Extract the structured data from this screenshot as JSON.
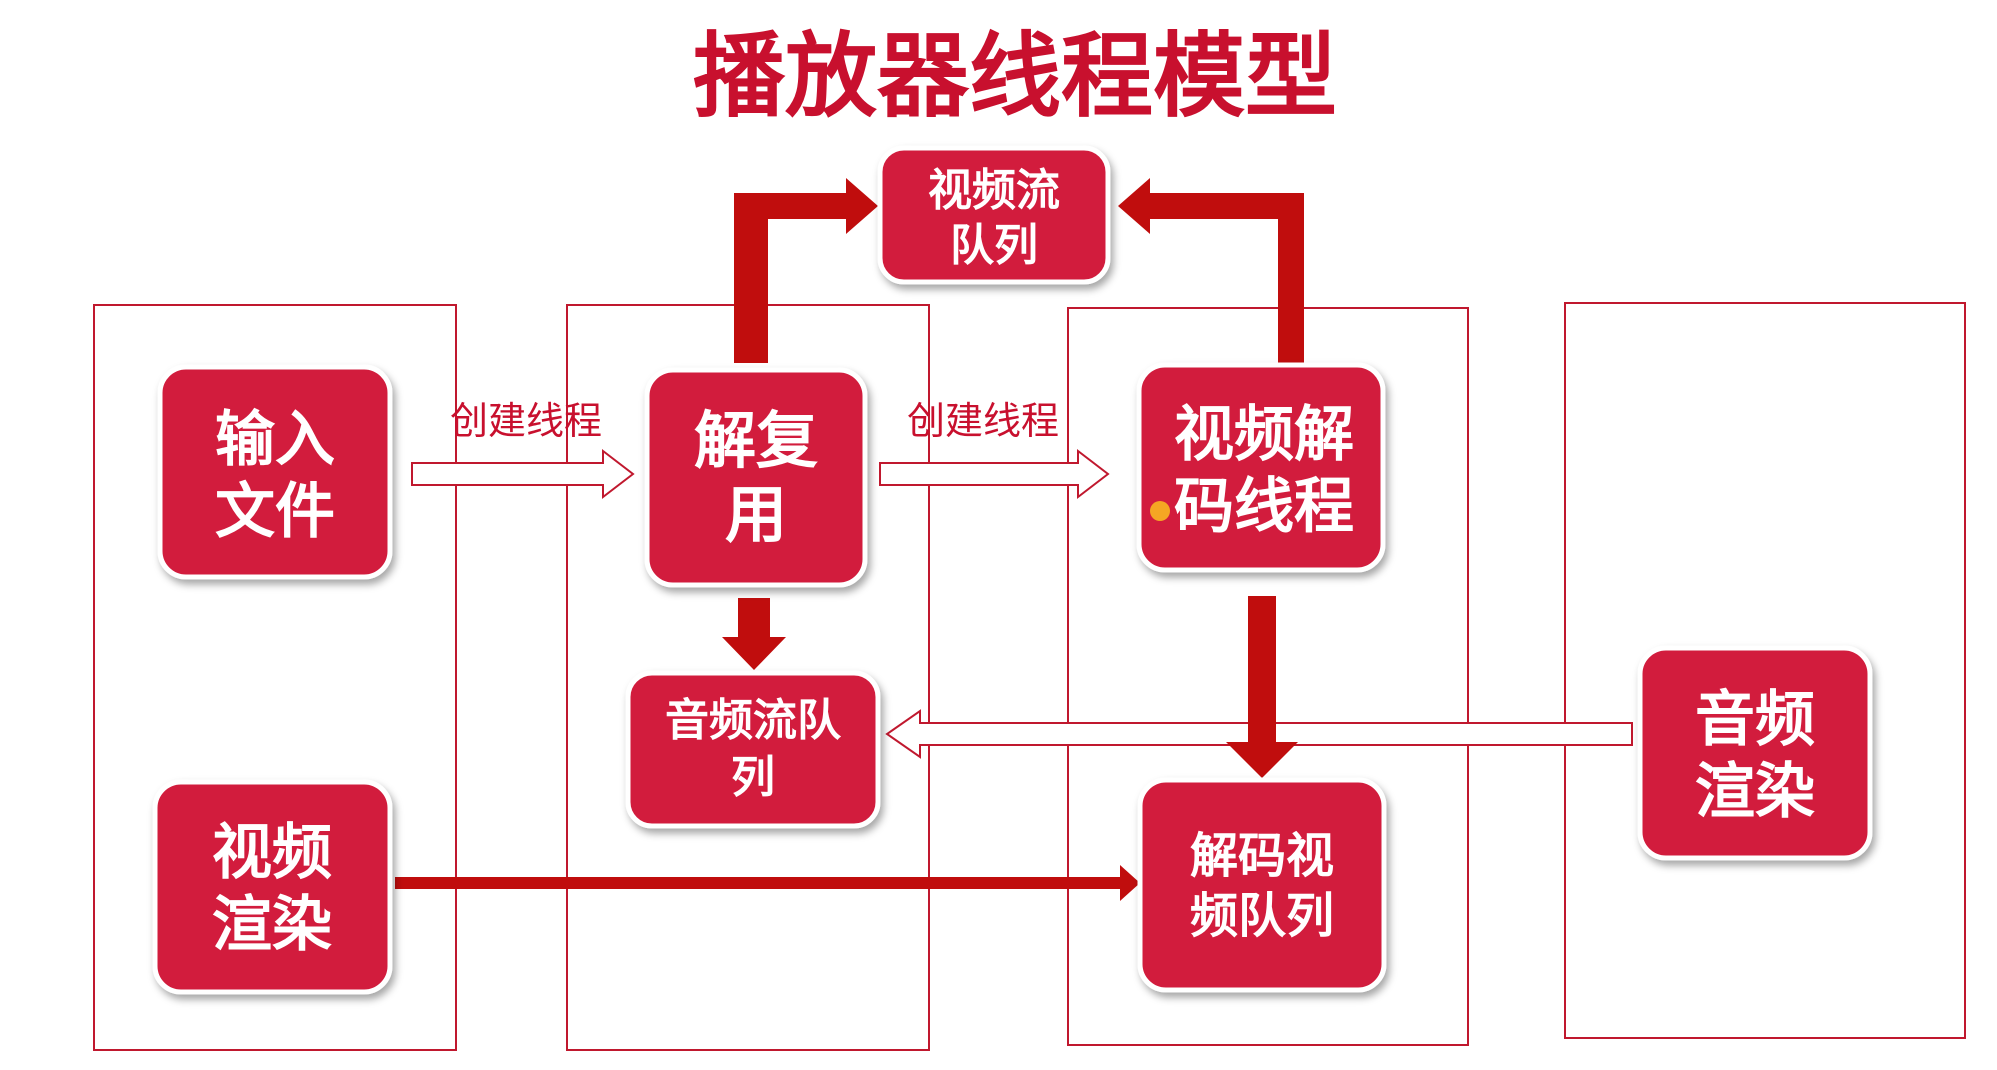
{
  "title": "播放器线程模型",
  "nodes": {
    "input_file": [
      "输入",
      "文件"
    ],
    "demux": [
      "解复",
      "用"
    ],
    "video_decode_thread": [
      "视频解",
      "码线程"
    ],
    "video_stream_queue": [
      "视频流",
      "队列"
    ],
    "audio_stream_queue": [
      "音频流队",
      "列"
    ],
    "video_render": [
      "视频",
      "渲染"
    ],
    "decoded_video_queue": [
      "解码视",
      "频队列"
    ],
    "audio_render": [
      "音频",
      "渲染"
    ]
  },
  "edge_labels": {
    "create_thread_1": "创建线程",
    "create_thread_2": "创建线程"
  },
  "colors": {
    "node_fill": "#d21b3c",
    "arrow_dark": "#c00d0d",
    "frame_stroke": "#c0182e",
    "title": "#c8102e",
    "cursor_dot": "#f5a623"
  }
}
